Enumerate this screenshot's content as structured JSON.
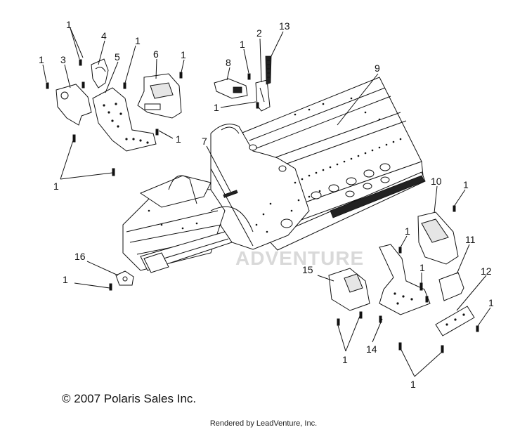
{
  "callouts": [
    {
      "id": "c1a",
      "text": "1"
    },
    {
      "id": "c1b",
      "text": "1"
    },
    {
      "id": "c3",
      "text": "3"
    },
    {
      "id": "c4",
      "text": "4"
    },
    {
      "id": "c1c",
      "text": "1"
    },
    {
      "id": "c5",
      "text": "5"
    },
    {
      "id": "c6",
      "text": "6"
    },
    {
      "id": "c1d",
      "text": "1"
    },
    {
      "id": "c1e",
      "text": "1"
    },
    {
      "id": "c2",
      "text": "2"
    },
    {
      "id": "c13",
      "text": "13"
    },
    {
      "id": "c8",
      "text": "8"
    },
    {
      "id": "c9",
      "text": "9"
    },
    {
      "id": "c1f",
      "text": "1"
    },
    {
      "id": "c1g",
      "text": "1"
    },
    {
      "id": "c7",
      "text": "7"
    },
    {
      "id": "c1h",
      "text": "1"
    },
    {
      "id": "c10",
      "text": "10"
    },
    {
      "id": "c1i",
      "text": "1"
    },
    {
      "id": "c11",
      "text": "11"
    },
    {
      "id": "c1j",
      "text": "1"
    },
    {
      "id": "c16",
      "text": "16"
    },
    {
      "id": "c15",
      "text": "15"
    },
    {
      "id": "c1k",
      "text": "1"
    },
    {
      "id": "c12",
      "text": "12"
    },
    {
      "id": "c1l",
      "text": "1"
    },
    {
      "id": "c1m",
      "text": "1"
    },
    {
      "id": "c14",
      "text": "14"
    },
    {
      "id": "c1n",
      "text": "1"
    },
    {
      "id": "c1o",
      "text": "1"
    }
  ],
  "watermark": "ADVENTURE",
  "copyright": "© 2007 Polaris Sales Inc.",
  "footer": "Rendered by LeadVenture, Inc."
}
